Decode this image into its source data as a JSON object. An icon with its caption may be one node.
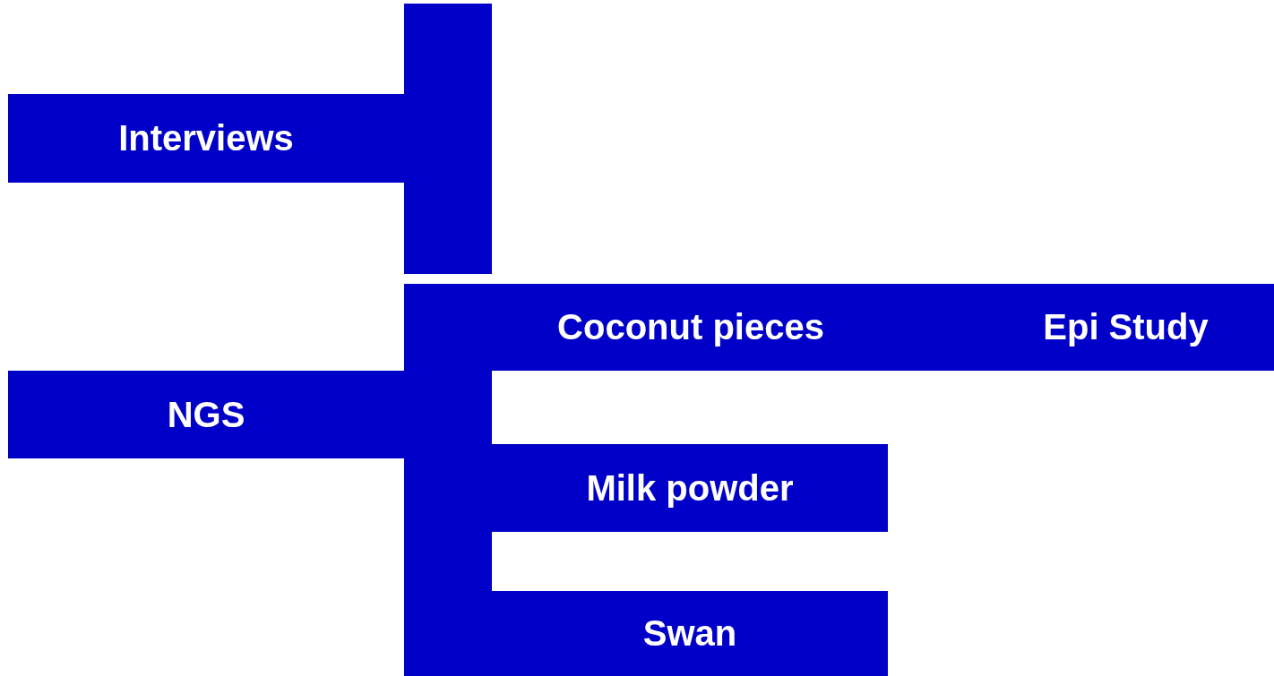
{
  "diagram": {
    "nodes": [
      {
        "text": [],
        "shape": "bar"
      },
      {
        "text": [
          "Interviews"
        ]
      },
      {
        "text": [
          "Coconut pieces",
          "Epi Study"
        ]
      },
      {
        "text": [
          "NGS"
        ]
      },
      {
        "text": [],
        "shape": "bar"
      },
      {
        "text": [
          "Milk powder"
        ]
      },
      {
        "text": [
          "Swan"
        ]
      }
    ]
  }
}
